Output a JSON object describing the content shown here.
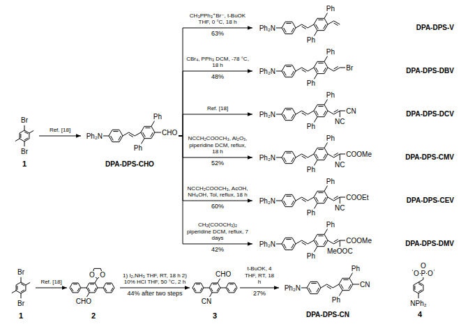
{
  "diagram": {
    "nodes": [
      {
        "text": [
          "1"
        ]
      },
      {
        "text": [
          "DPA-DPS-CHO"
        ]
      },
      {
        "text": [
          "DPA-DPS-V"
        ]
      },
      {
        "text": [
          "DPA-DPS-DBV"
        ]
      },
      {
        "text": [
          "DPA-DPS-DCV"
        ]
      },
      {
        "text": [
          "DPA-DPS-CMV"
        ]
      },
      {
        "text": [
          "DPA-DPS-CEV"
        ]
      },
      {
        "text": [
          "DPA-DPS-DMV"
        ]
      },
      {
        "text": [
          "1"
        ]
      },
      {
        "text": [
          "2"
        ]
      },
      {
        "text": [
          "3"
        ]
      },
      {
        "text": [
          "DPA-DPS-CN"
        ]
      },
      {
        "text": [
          "4"
        ]
      }
    ],
    "edges": [
      {
        "from": 0,
        "to": 1,
        "label": "Ref. [18]",
        "arrow": "to"
      },
      {
        "from": 1,
        "to": 2,
        "label": "CH₃PPh₃⁺Br⁻, t-BuOK THF, 0 °C, 18 h",
        "arrow": "to"
      },
      {
        "from": 1,
        "to": 3,
        "label": "CBr₄, PPh₃ DCM, -78 °C, 18 h",
        "arrow": "to"
      },
      {
        "from": 1,
        "to": 4,
        "label": "Ref. [18]",
        "arrow": "to"
      },
      {
        "from": 1,
        "to": 5,
        "label": "NCCH₂COOCH₃, Al₂O₃, piperidine DCM, reflux, 18 h",
        "arrow": "to"
      },
      {
        "from": 1,
        "to": 6,
        "label": "NCCH₂COOCH₃, AcOH, NH₄OH, Tol, reflux, 18 h",
        "arrow": "to"
      },
      {
        "from": 1,
        "to": 7,
        "label": "CH₂(COOCH₃)₂ piperidine DCM, reflux, 7 days",
        "arrow": "to"
      },
      {
        "from": 8,
        "to": 9,
        "label": "Ref. [18]",
        "arrow": "to"
      },
      {
        "from": 9,
        "to": 10,
        "label": "1) I₂,NH₃ THF, RT, 18 h 2) 10% HCl THF, 50 °C, 2 h",
        "arrow": "to"
      },
      {
        "from": 10,
        "to": 11,
        "label": "t-BuOK, 4 THF, RT, 18 h",
        "arrow": "to"
      }
    ],
    "labels": [
      "Br",
      "Br",
      "Ph₂N",
      "Ph",
      "Ph",
      "CHO",
      "63%",
      "Ph₂N",
      "Ph",
      "Ph",
      "48%",
      "Ph₂N",
      "Ph",
      "Ph",
      "Br",
      "Ph₂N",
      "Ph",
      "Ph",
      "CN",
      "NC",
      "52%",
      "Ph₂N",
      "Ph",
      "Ph",
      "COOMe",
      "NC",
      "60%",
      "Ph₂N",
      "Ph",
      "Ph",
      "COOEt",
      "NC",
      "42%",
      "Ph₂N",
      "Ph",
      "Ph",
      "COOMe",
      "MeOOC",
      "Br",
      "Br",
      "O",
      "O",
      "CHO",
      "44% after two steps",
      "CHO",
      "CN",
      "27%",
      "Ph₂N",
      "Ph",
      "Ph",
      "CN",
      "O",
      "O",
      "P",
      "O",
      "NPh₂"
    ]
  }
}
